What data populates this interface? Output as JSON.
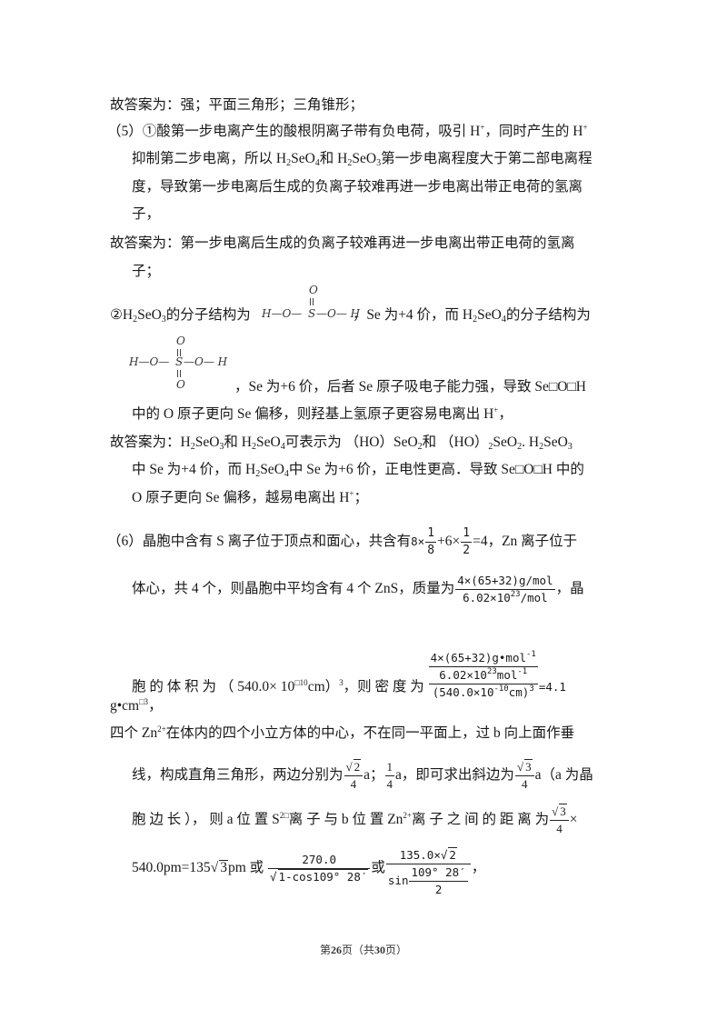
{
  "lines": {
    "l1": "故答案为：强；平面三角形；三角锥形；",
    "l2a": "（5）①酸第一步电离产生的酸根阴离子带有负电荷，吸引 H",
    "l2b": "，同时产生的 H",
    "l3a": "抑制第二步电离，所以 H",
    "l3b": "SeO",
    "l3c": "和 H",
    "l3d": "SeO",
    "l3e": "第一步电离程度大于第二部电离程",
    "l4": "度，导致第一步电离后生成的负离子较难再进一步电离出带正电荷的氢离",
    "l5": "子，",
    "l6": "故答案为：第一步电离后生成的负离子较难再进一步电离出带正电荷的氢离",
    "l7": "子；",
    "l8a": "②H",
    "l8b": "SeO",
    "l8c": "的分子结构为",
    "l8d": "，Se 为+4 价，而 H",
    "l8e": "SeO",
    "l8f": "的分子结构为",
    "l9": "，Se 为+6 价，后者 Se 原子吸电子能力强，导致 Se□O□H",
    "l10": "中的 O 原子更向 Se 偏移，则羟基上氢原子更容易电离出 H",
    "l10end": "，",
    "l11a": "故答案为：H",
    "l11b": "SeO",
    "l11c": "和 H",
    "l11d": "SeO",
    "l11e": "可表示为 （HO）SeO",
    "l11f": "和 （HO）",
    "l11g": "SeO",
    "l11h": ". H",
    "l11i": "SeO",
    "l12a": "中 Se 为+4 价，而 H",
    "l12b": "SeO",
    "l12c": "中 Se 为+6 价，正电性更高．导致 Se□O□H 中的",
    "l13a": "O 原子更向 Se 偏移，越易电离出 H",
    "l13b": "；",
    "l14a": "（6）晶胞中含有 S 离子位于顶点和面心，共含有",
    "l14b": "8×",
    "l14c": "+6×",
    "l14d": "=4，Zn 离子位于",
    "l15a": "体心，共 4 个，则晶胞中平均含有 4 个 ZnS，质量为",
    "l15b": "，晶",
    "l16a": "胞 的 体 积 为 （ 540.0× 10",
    "l16b": "□10",
    "l16c": "cm）",
    "l16d": "3",
    "l16e": "，则 密 度 为",
    "l16f": "=4.1",
    "l17a": "g•cm",
    "l17b": "□3",
    "l17c": "，",
    "l18a": "四个 Zn",
    "l18b": "2+",
    "l18c": "在体内的四个小立方体的中心，不在同一平面上，过 b 向上面作垂",
    "l19a": "线，构成直角三角形，两边分别为",
    "l19b": "a；",
    "l19c": "a，即可求出斜边为",
    "l19d": "a（a 为晶",
    "l20a": "胞 边 长 ）， 则 a 位 置 S",
    "l20b": "2□",
    "l20c": "离 子 与 b 位 置 Zn",
    "l20d": "2+",
    "l20e": "离 子 之 间 的 距 离 为",
    "l20f": "×",
    "l21a": "540.0pm=135",
    "l21b": "3",
    "l21c": "pm 或",
    "l21d": "或",
    "l21e": "，"
  },
  "math": {
    "sub2": "2",
    "sub3": "3",
    "sub4": "4",
    "plus": "+",
    "one": "1",
    "eight": "8",
    "two": "2",
    "four": "4",
    "mass_num": "4×(65+32)g/mol",
    "mass_den_a": "6.02×10",
    "mass_den_exp": "23",
    "mass_den_b": "/mol",
    "dens_num_top": "4×(65+32)g•mol",
    "dens_num_top_exp": "-1",
    "dens_num_bot_a": "6.02×10",
    "dens_num_bot_exp": "23",
    "dens_num_bot_b": "mol",
    "dens_num_bot_exp2": "-1",
    "dens_den_a": "(540.0×10",
    "dens_den_exp": "-10",
    "dens_den_b": "cm)",
    "dens_den_exp2": "3",
    "sqrt2": "2",
    "sqrt3": "3",
    "alt1_num": "270.0",
    "alt1_den": "1-cos109° 28′",
    "alt2_num_a": "135.0×",
    "alt2_num_sqrt": "2",
    "alt2_den_sin": "sin",
    "alt2_den_num": "109° 28′",
    "alt2_den_den": "2"
  },
  "structures": {
    "h2seo3": {
      "left": "H—O—",
      "center": "S",
      "right": "—O— H",
      "top": "O"
    },
    "h2seo4": {
      "left": "H—O—",
      "center": "S",
      "right": "—O— H",
      "top": "O",
      "bottom": "O"
    }
  },
  "footer": {
    "prefix": "第",
    "page": "26",
    "mid": "页（共",
    "total": "30",
    "suffix": "页）"
  }
}
